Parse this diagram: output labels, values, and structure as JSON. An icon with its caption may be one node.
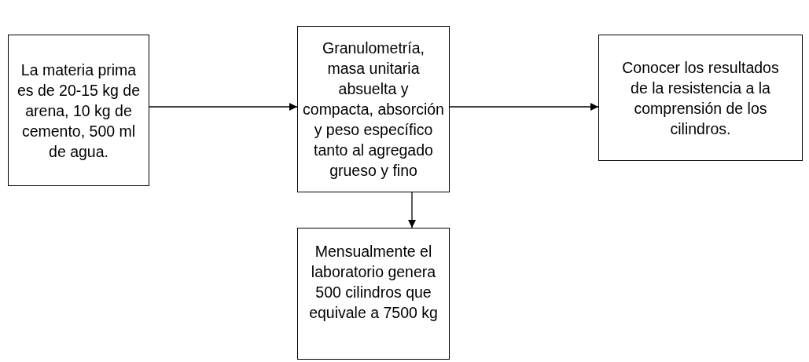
{
  "diagram": {
    "nodes": [
      {
        "text": [
          "La materia prima es de 20-15 kg de arena, 10 kg de cemento, 500 ml de agua."
        ]
      },
      {
        "text": [
          "Granulometría, masa unitaria absuelta y compacta, absorción y peso específico tanto al agregado grueso y fino"
        ]
      },
      {
        "text": [
          "Conocer los resultados de la resistencia a la comprensión de los cilindros."
        ]
      },
      {
        "text": [
          "Mensualmente el laboratorio genera 500 cilindros que equivale a 7500 kg"
        ]
      }
    ],
    "edges": [
      {
        "from": 0,
        "to": 1,
        "arrow": "to"
      },
      {
        "from": 1,
        "to": 2,
        "arrow": "to"
      },
      {
        "from": 1,
        "to": 3,
        "arrow": "to"
      }
    ]
  }
}
